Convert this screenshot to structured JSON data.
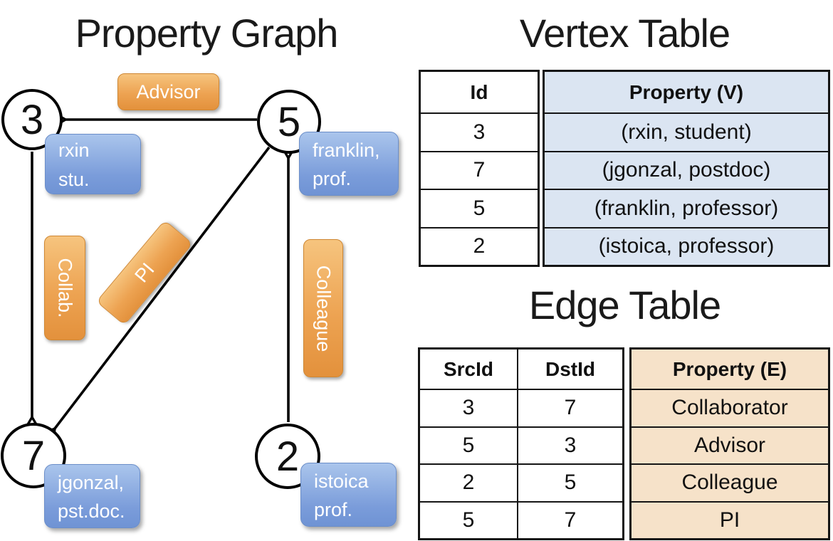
{
  "graph": {
    "title": "Property Graph",
    "nodes": [
      {
        "id": "3",
        "property_line1": "rxin",
        "property_line2": "stu."
      },
      {
        "id": "5",
        "property_line1": "franklin,",
        "property_line2": "prof."
      },
      {
        "id": "7",
        "property_line1": "jgonzal,",
        "property_line2": "pst.doc."
      },
      {
        "id": "2",
        "property_line1": "istoica",
        "property_line2": "prof."
      }
    ],
    "edge_labels": {
      "advisor": "Advisor",
      "collab": "Collab.",
      "pi": "PI",
      "colleague": "Colleague"
    }
  },
  "vertex_table": {
    "title": "Vertex Table",
    "headers": {
      "id": "Id",
      "property": "Property (V)"
    },
    "rows": [
      {
        "id": "3",
        "property": "(rxin, student)"
      },
      {
        "id": "7",
        "property": "(jgonzal, postdoc)"
      },
      {
        "id": "5",
        "property": "(franklin, professor)"
      },
      {
        "id": "2",
        "property": "(istoica, professor)"
      }
    ]
  },
  "edge_table": {
    "title": "Edge Table",
    "headers": {
      "src": "SrcId",
      "dst": "DstId",
      "property": "Property (E)"
    },
    "rows": [
      {
        "src": "3",
        "dst": "7",
        "property": "Collaborator"
      },
      {
        "src": "5",
        "dst": "3",
        "property": "Advisor"
      },
      {
        "src": "2",
        "dst": "5",
        "property": "Colleague"
      },
      {
        "src": "5",
        "dst": "7",
        "property": "PI"
      }
    ]
  },
  "colors": {
    "edge_label_orange": "#eda352",
    "node_property_blue": "#7a9cda",
    "vertex_property_fill": "#dbe5f2",
    "edge_property_fill": "#f6e2c9",
    "line_black": "#000000"
  }
}
